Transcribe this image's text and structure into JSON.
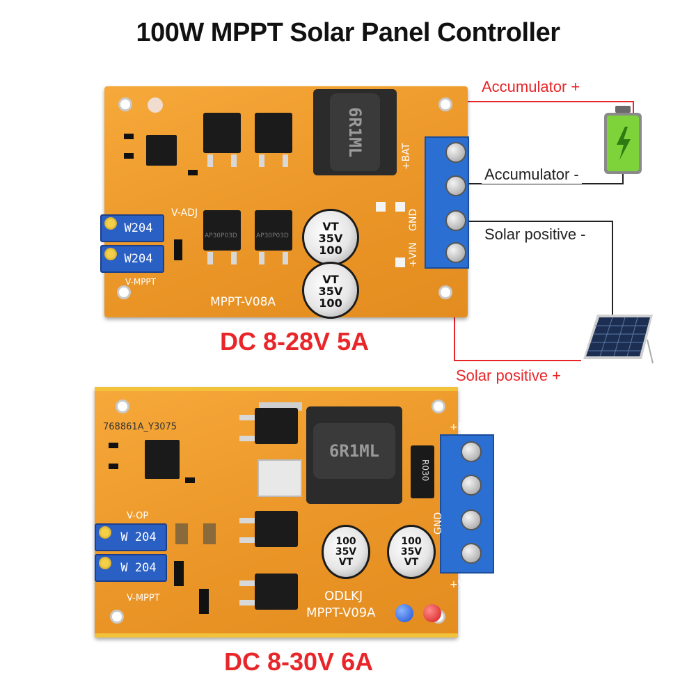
{
  "title": "100W MPPT Solar Panel Controller",
  "wire_labels": {
    "accumulator_plus": "Accumulator +",
    "accumulator_minus": "Accumulator -",
    "solar_positive_minus": "Solar positive -",
    "solar_positive_plus": "Solar positive +"
  },
  "board1": {
    "caption": "DC 8-28V 5A",
    "model": "MPPT-V08A",
    "inductor_label": "6R1ML",
    "pot_label": "W204",
    "pot_label_2": "W204",
    "v_adj": "V-ADJ",
    "v_mppt": "V-MPPT",
    "terminal_bat": "+BAT",
    "terminal_gnd": "GND",
    "terminal_vin": "+VIN",
    "mosfet_part": "AP30P03D",
    "cap_value": "100",
    "cap_voltage": "35V",
    "cap_series": "VT"
  },
  "board2": {
    "caption": "DC 8-30V 6A",
    "brand": "ODLKJ",
    "model": "MPPT-V09A",
    "serial": "768861A_Y3075",
    "inductor_label": "6R1ML",
    "diode_label": "R030",
    "pot_label": "W 204",
    "pot_label_2": "W 204",
    "v_op": "V-OP",
    "v_mppt": "V-MPPT",
    "terminal_bat": "+BAT",
    "terminal_gnd": "GND",
    "terminal_vin": "+VIN",
    "cap_value": "100",
    "cap_voltage": "35V",
    "cap_series": "VT"
  },
  "colors": {
    "caption": "#e8262a",
    "wire_red": "#e8262a",
    "wire_black": "#222222",
    "board_orange": "#eb9628",
    "terminal_blue": "#2a6fd1",
    "battery_green": "#7ed33a"
  }
}
